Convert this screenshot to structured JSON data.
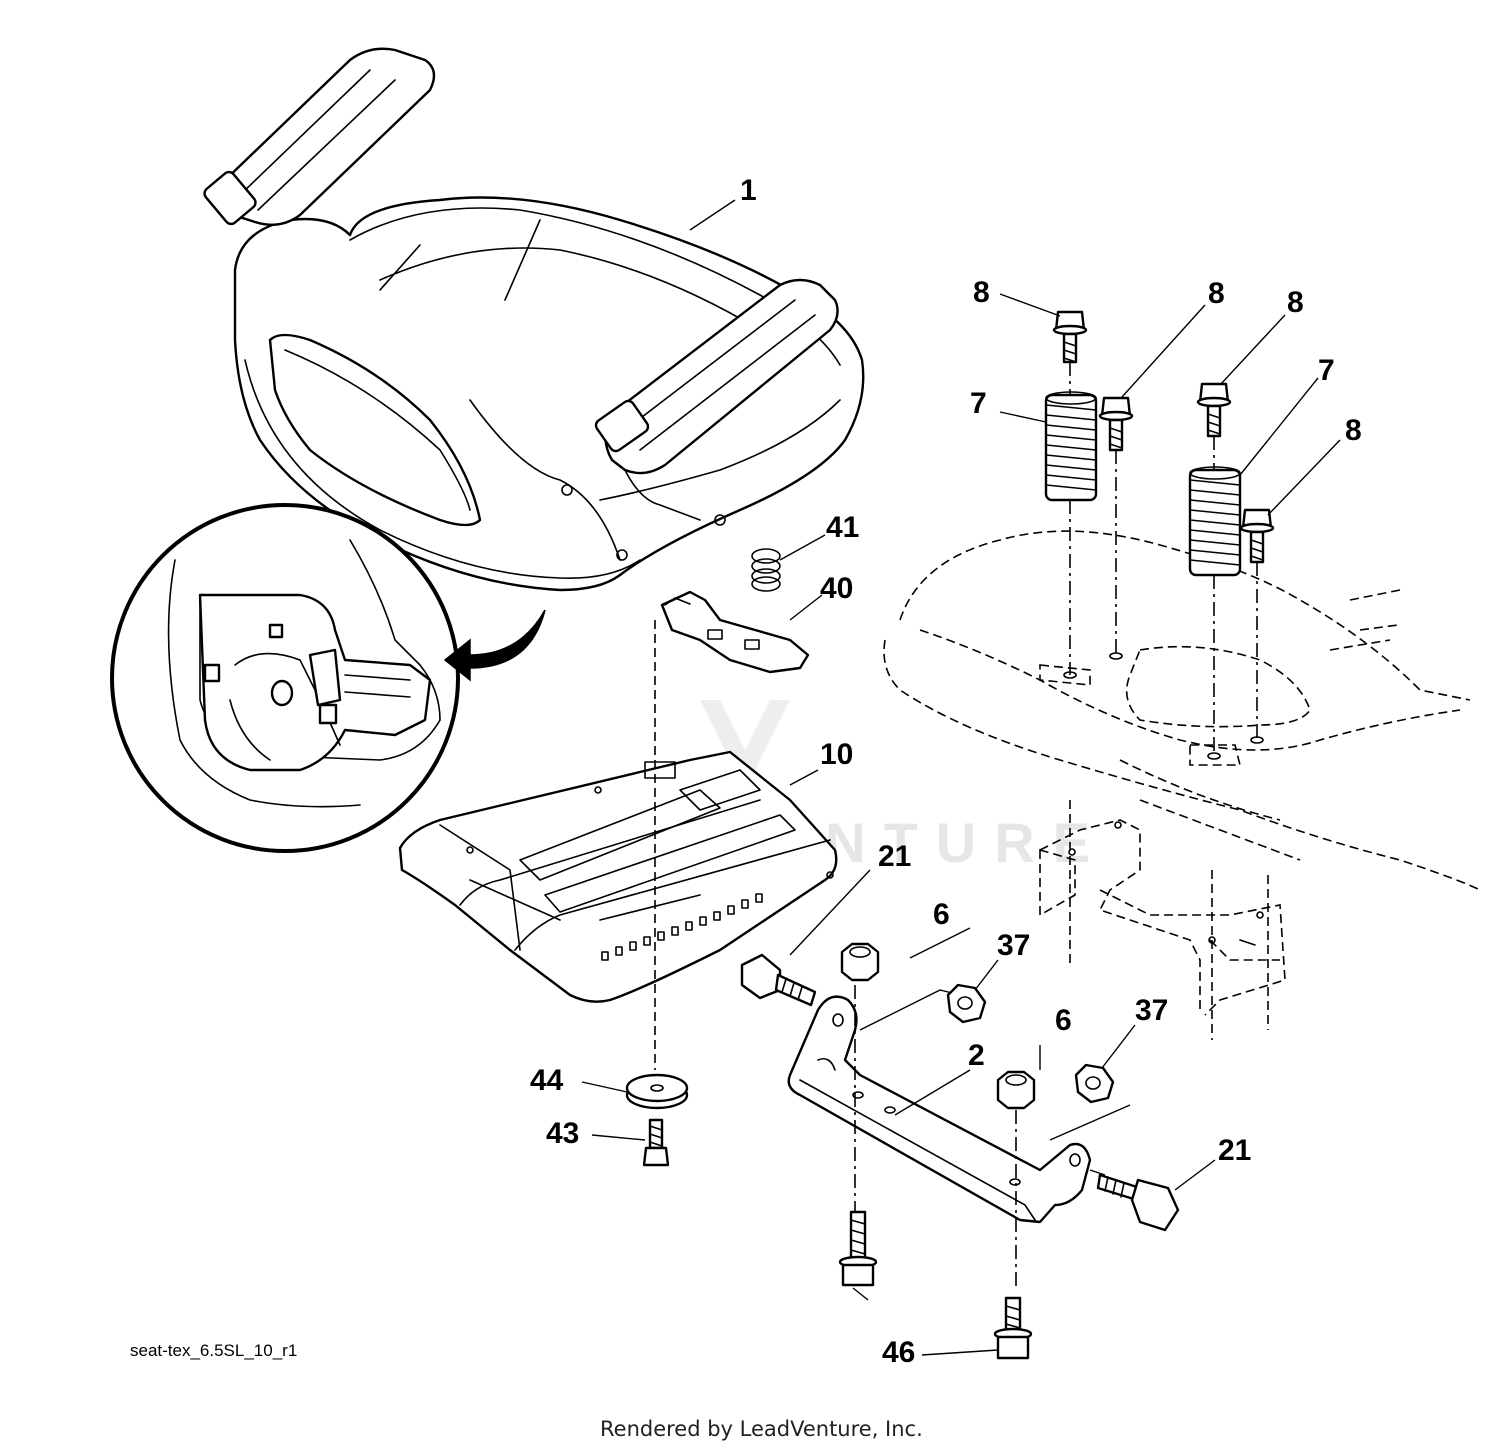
{
  "diagram": {
    "drawing_id": "seat-tex_6.5SL_10_r1",
    "credit": "Rendered by LeadVenture, Inc.",
    "watermark": "LEADVENTURE",
    "callouts": {
      "seat": "1",
      "bracket": "2",
      "nut_left": "6",
      "nut_right": "6",
      "spring_left": "7",
      "spring_right": "7",
      "bolt_a": "8",
      "bolt_b": "8",
      "bolt_c": "8",
      "bolt_d": "8",
      "pan": "10",
      "bolt_21_left": "21",
      "bolt_21_right": "21",
      "locknut_left": "37",
      "locknut_right": "37",
      "spring_clip": "40",
      "small_spring": "41",
      "screw": "43",
      "washer": "44",
      "bolt_46": "46"
    }
  }
}
